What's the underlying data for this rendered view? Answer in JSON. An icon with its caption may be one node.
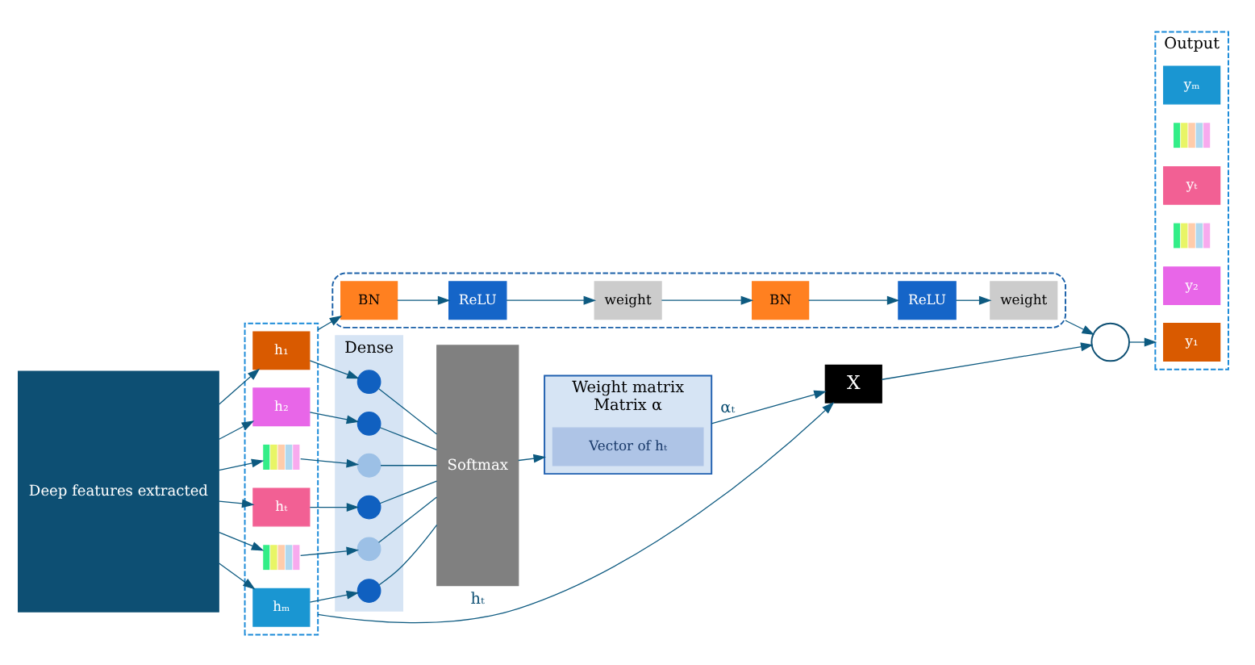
{
  "diagram": {
    "nodes": [
      {
        "text": [
          "Deep features extracted"
        ]
      },
      {
        "text": [],
        "shape": "box"
      },
      {
        "text": [
          "h₁"
        ],
        "in": 1
      },
      {
        "text": [
          "h₂"
        ],
        "in": 1
      },
      {
        "text": [],
        "shape": "bar",
        "in": 1
      },
      {
        "text": [
          "hₜ"
        ],
        "in": 1
      },
      {
        "text": [],
        "shape": "bar",
        "in": 1
      },
      {
        "text": [
          "hₘ"
        ],
        "in": 1
      },
      {
        "text": [
          "Dense"
        ]
      },
      {
        "text": [],
        "shape": "circle",
        "in": 8
      },
      {
        "text": [],
        "shape": "circle",
        "in": 8
      },
      {
        "text": [],
        "shape": "circle",
        "in": 8
      },
      {
        "text": [],
        "shape": "circle",
        "in": 8
      },
      {
        "text": [],
        "shape": "circle",
        "in": 8
      },
      {
        "text": [],
        "shape": "circle",
        "in": 8
      },
      {
        "text": [
          "Softmax"
        ]
      },
      {
        "text": [
          "Weight matrix",
          "Matrix α"
        ]
      },
      {
        "text": [
          "Vector of hₜ"
        ],
        "in": 16
      },
      {
        "text": [
          "X"
        ]
      },
      {
        "text": [],
        "shape": "circle"
      },
      {
        "text": [],
        "shape": "box"
      },
      {
        "text": [
          "BN"
        ],
        "in": 20
      },
      {
        "text": [
          "ReLU"
        ],
        "in": 20
      },
      {
        "text": [
          "weight"
        ],
        "in": 20
      },
      {
        "text": [
          "BN"
        ],
        "in": 20
      },
      {
        "text": [
          "ReLU"
        ],
        "in": 20
      },
      {
        "text": [
          "weight"
        ],
        "in": 20
      },
      {
        "text": [
          "Output"
        ]
      },
      {
        "text": [
          "y₁"
        ],
        "in": 27
      },
      {
        "text": [
          "y₂"
        ],
        "in": 27
      },
      {
        "text": [],
        "shape": "bar",
        "in": 27
      },
      {
        "text": [
          "yₜ"
        ],
        "in": 27
      },
      {
        "text": [],
        "shape": "bar",
        "in": 27
      },
      {
        "text": [
          "yₘ"
        ],
        "in": 27
      }
    ],
    "edges": [
      {
        "from": 0,
        "to": 2,
        "arrow": "to"
      },
      {
        "from": 0,
        "to": 3,
        "arrow": "to"
      },
      {
        "from": 0,
        "to": 4,
        "arrow": "to"
      },
      {
        "from": 0,
        "to": 5,
        "arrow": "to"
      },
      {
        "from": 0,
        "to": 6,
        "arrow": "to"
      },
      {
        "from": 0,
        "to": 7,
        "arrow": "to"
      },
      {
        "from": 2,
        "to": 9,
        "arrow": "to"
      },
      {
        "from": 3,
        "to": 10,
        "arrow": "to"
      },
      {
        "from": 4,
        "to": 11,
        "arrow": "to"
      },
      {
        "from": 5,
        "to": 12,
        "arrow": "to"
      },
      {
        "from": 6,
        "to": 13,
        "arrow": "to"
      },
      {
        "from": 7,
        "to": 14,
        "arrow": "to"
      },
      {
        "from": 9,
        "to": 15,
        "arrow": "none"
      },
      {
        "from": 10,
        "to": 15,
        "arrow": "none"
      },
      {
        "from": 11,
        "to": 15,
        "arrow": "none"
      },
      {
        "from": 12,
        "to": 15,
        "arrow": "none"
      },
      {
        "from": 13,
        "to": 15,
        "arrow": "none"
      },
      {
        "from": 14,
        "to": 15,
        "arrow": "none"
      },
      {
        "from": 15,
        "to": 16,
        "arrow": "to"
      },
      {
        "from": 16,
        "to": 18,
        "arrow": "to",
        "label": "αₜ"
      },
      {
        "from": 1,
        "to": 18,
        "arrow": "to",
        "label": "hₜ"
      },
      {
        "from": 1,
        "to": 21,
        "arrow": "to"
      },
      {
        "from": 21,
        "to": 22,
        "arrow": "to"
      },
      {
        "from": 22,
        "to": 23,
        "arrow": "to"
      },
      {
        "from": 23,
        "to": 24,
        "arrow": "to"
      },
      {
        "from": 24,
        "to": 25,
        "arrow": "to"
      },
      {
        "from": 25,
        "to": 26,
        "arrow": "to"
      },
      {
        "from": 20,
        "to": 19,
        "arrow": "to"
      },
      {
        "from": 18,
        "to": 19,
        "arrow": "to"
      },
      {
        "from": 19,
        "to": 27,
        "arrow": "to"
      }
    ]
  }
}
